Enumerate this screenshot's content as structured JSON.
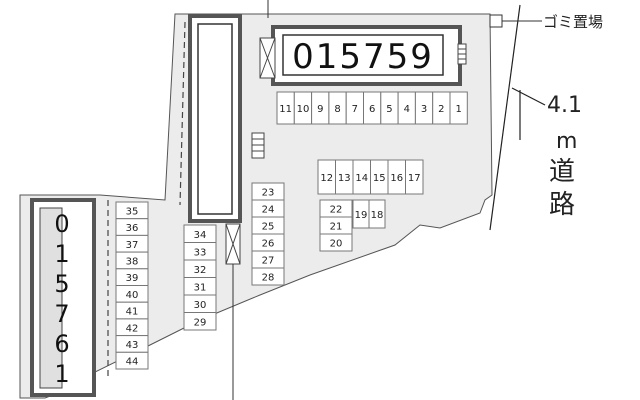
{
  "building_code_horizontal": "015759",
  "building_code_vertical": "015761",
  "road": {
    "width_label": "4.1",
    "unit_label": "m",
    "name_chars": [
      "道",
      "路"
    ]
  },
  "garbage_label": "ゴミ置場",
  "parking": {
    "top_row": [
      "11",
      "10",
      "9",
      "8",
      "7",
      "6",
      "5",
      "4",
      "3",
      "2",
      "1"
    ],
    "center_row": [
      "12",
      "13",
      "14",
      "15",
      "16",
      "17"
    ],
    "center_block_left": [
      "22",
      "21",
      "20"
    ],
    "center_block_right": [
      "19",
      "18"
    ],
    "mid_column": [
      "23",
      "24",
      "25",
      "26",
      "27",
      "28"
    ],
    "left_column": [
      "34",
      "33",
      "32",
      "31",
      "30",
      "29"
    ],
    "far_left_column": [
      "35",
      "36",
      "37",
      "38",
      "39",
      "40",
      "41",
      "42",
      "43",
      "44"
    ]
  }
}
